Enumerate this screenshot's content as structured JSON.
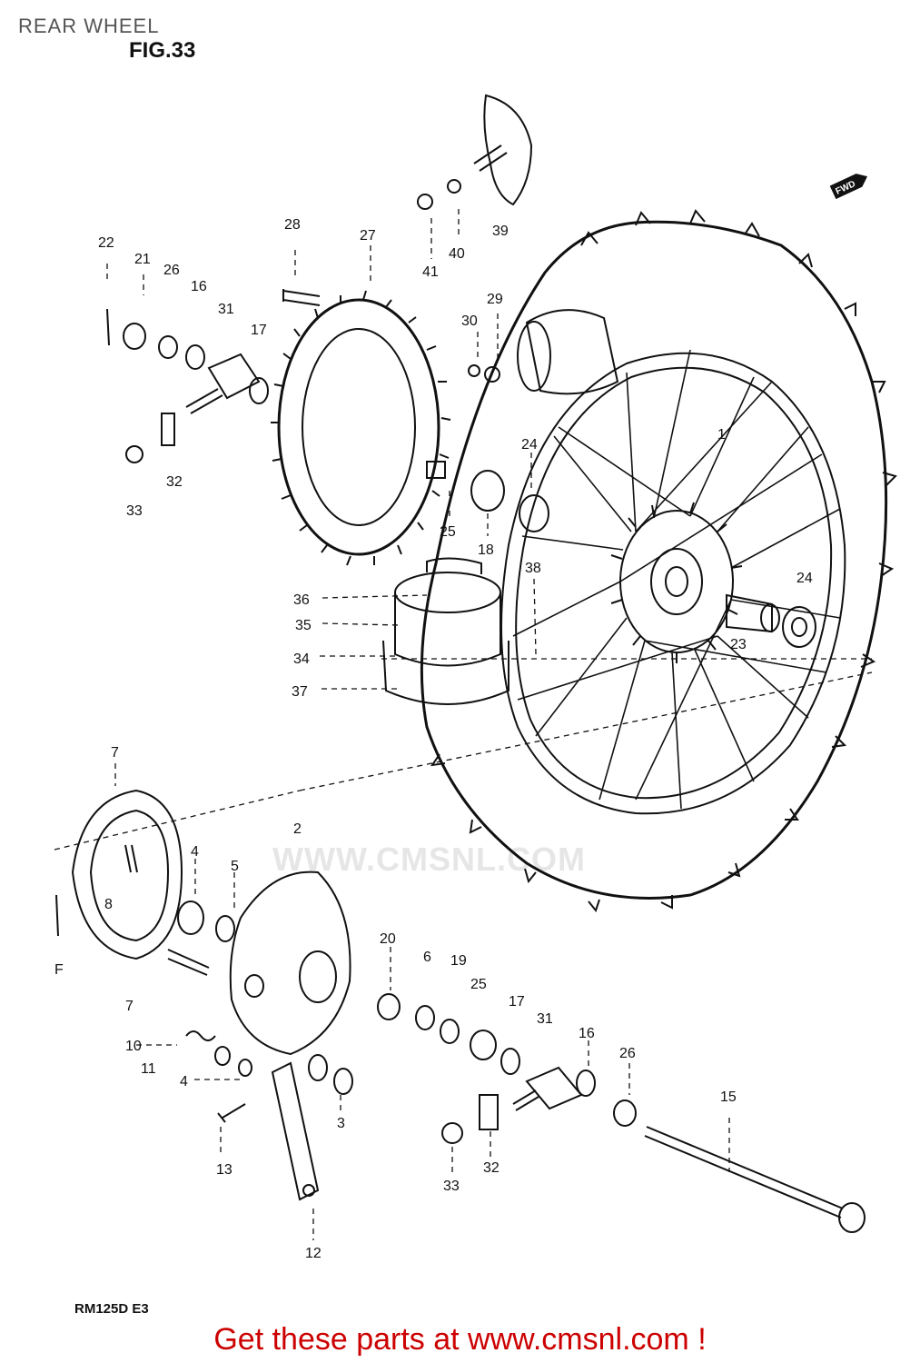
{
  "header": {
    "title": "REAR WHEEL",
    "figure": "FIG.33"
  },
  "watermark": "WWW.CMSNL.COM",
  "direction_badge": "FWD",
  "model_code": "RM125D E3",
  "footer": {
    "link_text": "Get these parts at www.cmsnl.com !"
  },
  "callouts": {
    "c1": "1",
    "c2": "2",
    "c3": "3",
    "c4a": "4",
    "c4b": "4",
    "c5": "5",
    "c6": "6",
    "c7a": "7",
    "c7b": "7",
    "c8": "8",
    "cF": "F",
    "c10": "10",
    "c11": "11",
    "c12": "12",
    "c13": "13",
    "c15": "15",
    "c16a": "16",
    "c16b": "16",
    "c17a": "17",
    "c17b": "17",
    "c18": "18",
    "c19": "19",
    "c20": "20",
    "c21": "21",
    "c22": "22",
    "c23": "23",
    "c24a": "24",
    "c24b": "24",
    "c25a": "25",
    "c25b": "25",
    "c26a": "26",
    "c26b": "26",
    "c27": "27",
    "c28": "28",
    "c29": "29",
    "c30": "30",
    "c31a": "31",
    "c31b": "31",
    "c32a": "32",
    "c32b": "32",
    "c33a": "33",
    "c33b": "33",
    "c34": "34",
    "c35": "35",
    "c36": "36",
    "c37": "37",
    "c38": "38",
    "c39": "39",
    "c40": "40",
    "c41": "41"
  },
  "colors": {
    "ink": "#111111",
    "footer": "#cc0000",
    "title": "#555555",
    "watermark": "#e6e6e6"
  }
}
